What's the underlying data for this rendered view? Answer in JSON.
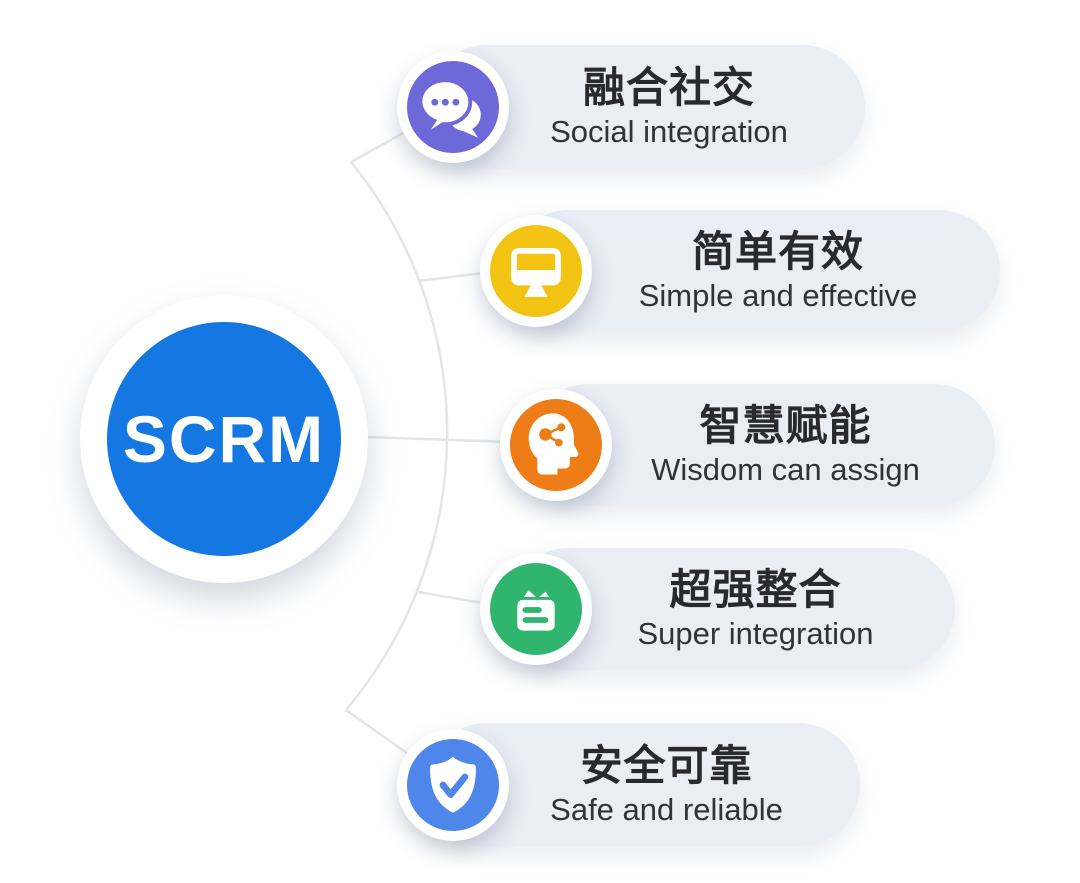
{
  "hub": {
    "label": "SCRM",
    "color": "#1577e2"
  },
  "features": [
    {
      "title": "融合社交",
      "subtitle": "Social integration",
      "icon": "chat-bubbles-icon",
      "color": "#6f68d8"
    },
    {
      "title": "简单有效",
      "subtitle": "Simple and effective",
      "icon": "monitor-icon",
      "color": "#f2c313"
    },
    {
      "title": "智慧赋能",
      "subtitle": "Wisdom can assign",
      "icon": "head-share-icon",
      "color": "#ee7c17"
    },
    {
      "title": "超强整合",
      "subtitle": "Super integration",
      "icon": "card-lines-icon",
      "color": "#2fb56d"
    },
    {
      "title": "安全可靠",
      "subtitle": "Safe and reliable",
      "icon": "shield-check-icon",
      "color": "#4e86e9"
    }
  ],
  "colors": {
    "background": "#ffffff",
    "pill_bg": "#e9edf4",
    "line": "#e3e5e9",
    "title_text": "#282a2e",
    "subtitle_text": "#303338"
  }
}
